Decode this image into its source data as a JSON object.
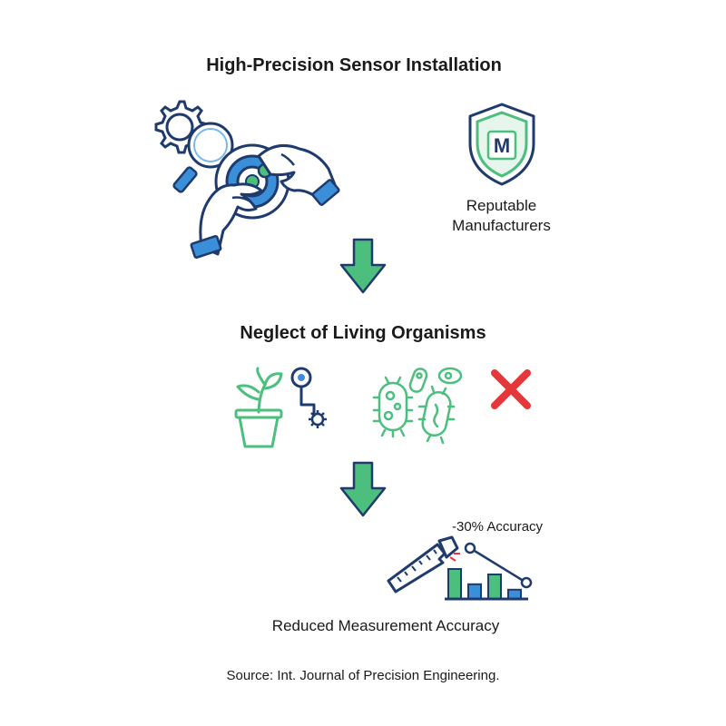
{
  "step1": {
    "title": "High-Precision Sensor Installation",
    "manufacturers_label_line1": "Reputable",
    "manufacturers_label_line2": "Manufacturers",
    "shield_letter": "M"
  },
  "step2": {
    "title": "Neglect of Living Organisms"
  },
  "step3": {
    "accuracy_change": "-30% Accuracy",
    "label": "Reduced Measurement Accuracy",
    "bar_levels": [
      0.55,
      0.27,
      0.45,
      0.17
    ]
  },
  "source": "Source: Int. Journal of Precision Engineering.",
  "icons": {
    "sensor": "hands-sensor-gears-icon",
    "shield": "shield-icon",
    "plant": "potted-plant-icon",
    "probe": "sensor-probe-icon",
    "microbes": "microorganisms-icon",
    "cross": "red-x-icon",
    "ruler": "broken-ruler-icon",
    "chart": "declining-bar-chart-icon"
  },
  "colors": {
    "navy": "#1f3b6e",
    "blue": "#3b8fd9",
    "lightblue": "#7ab8ea",
    "green": "#4cbf7e",
    "red": "#e5373a"
  }
}
